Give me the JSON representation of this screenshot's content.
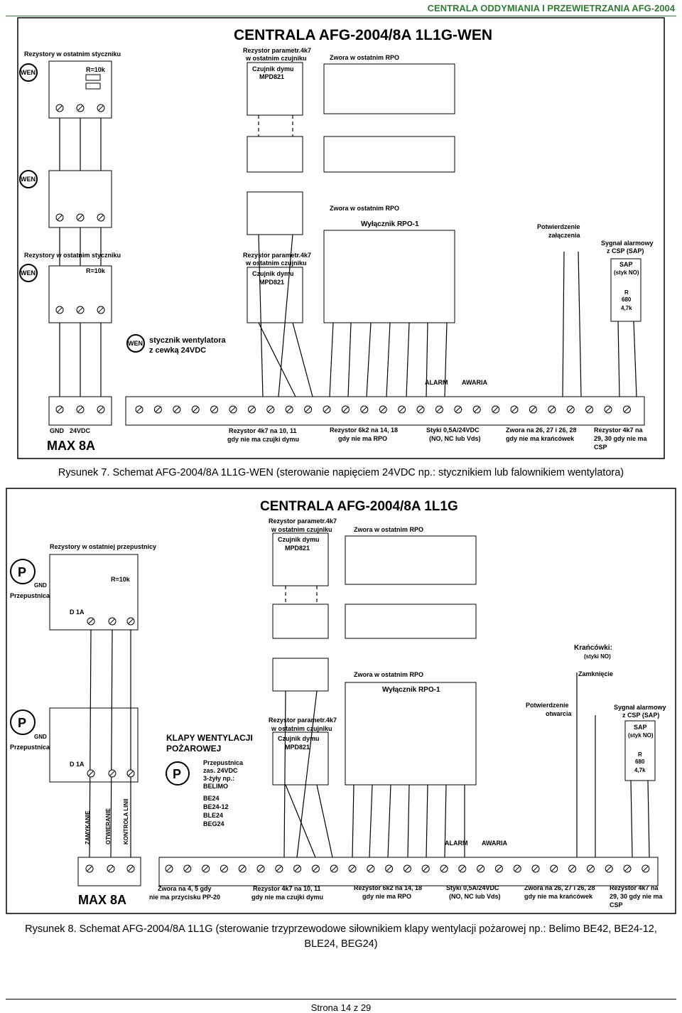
{
  "header": {
    "title": "CENTRALA ODDYMIANIA I PRZEWIETRZANIA AFG-2004"
  },
  "diagram1": {
    "title": "CENTRALA AFG-2004/8A 1L1G-WEN",
    "label_rezystory_top": "Rezystory w ostatnim styczniku",
    "label_rezystory_mid": "Rezystory w ostatnim styczniku",
    "label_r10k": "R=10k",
    "label_r10k_b": "R=10k",
    "label_wen": "WEN",
    "label_rezystor_param_1": "Rezystor parametr.4k7",
    "label_w_ostatnim_czujniku_1": "w ostatnim czujniku",
    "label_czujnik_dymu_1": "Czujnik dymu",
    "label_mpd821_1": "MPD821",
    "label_rezystor_param_2": "Rezystor parametr.4k7",
    "label_w_ostatnim_czujniku_2": "w ostatnim czujniku",
    "label_czujnik_dymu_2": "Czujnik dymu",
    "label_mpd821_2": "MPD821",
    "label_zwora_1": "Zwora  w ostatnim RPO",
    "label_zwora_2": "Zwora  w ostatnim RPO",
    "label_wylacznik": "Wyłącznik RPO-1",
    "label_potwierdzenie": "Potwierdzenie",
    "label_zalaczenia": "załączenia",
    "label_sygnal": "Sygnał alarmowy",
    "label_z_csp": "z CSP (SAP)",
    "label_sap": "SAP",
    "label_styk_no": "(styk NO)",
    "label_r": "R",
    "label_680": "680",
    "label_47k": "4,7k",
    "label_stycznik": "stycznik wentylatora",
    "label_z_cewka": "z cewką 24VDC",
    "label_alarm": "ALARM",
    "label_awaria": "AWARIA",
    "label_gnd": "GND",
    "label_24vdc": "24VDC",
    "label_max8a": "MAX 8A",
    "label_rez4k7": "Rezystor 4k7 na 10, 11",
    "label_gdy_czujki": "gdy nie ma czujki dymu",
    "label_rez6k2": "Rezystor 6k2 na 14, 18",
    "label_gdy_rpo": "gdy nie ma RPO",
    "label_styki": "Styki 0,5A/24VDC",
    "label_no_nc": "(NO, NC lub Vds)",
    "label_zwora_26": "Zwora na 26, 27 i 26, 28",
    "label_gdy_krancowek": "gdy  nie ma   krańcówek",
    "label_rez_29": "Rezystor 4k7 na",
    "label_29_30": "29, 30 gdy nie ma",
    "label_csp": "CSP"
  },
  "caption1": "Rysunek 7. Schemat AFG-2004/8A 1L1G-WEN (sterowanie napięciem 24VDC np.: stycznikiem lub falownikiem wentylatora)",
  "diagram2": {
    "title": "CENTRALA AFG-2004/8A 1L1G",
    "label_rezystory": "Rezystory w ostatniej przepustnicy",
    "label_r10k": "R=10k",
    "label_p": "P",
    "label_gnd": "GND",
    "label_przepustnica": "Przepustnica",
    "label_d1a": "D 1A",
    "label_rezystor_param_1": "Rezystor parametr.4k7",
    "label_w_ostatnim_czujniku_1": "w ostatnim czujniku",
    "label_czujnik_dymu_1": "Czujnik dymu",
    "label_mpd821_1": "MPD821",
    "label_rezystor_param_2": "Rezystor parametr.4k7",
    "label_w_ostatnim_czujniku_2": "w ostatnim czujniku",
    "label_czujnik_dymu_2": "Czujnik dymu",
    "label_mpd821_2": "MPD821",
    "label_zwora_1": "Zwora  w ostatnim RPO",
    "label_zwora_2": "Zwora  w ostatnim RPO",
    "label_wylacznik": "Wyłącznik RPO-1",
    "label_krancowki": "Krańcówki:",
    "label_styki_no": "(styki NO)",
    "label_zamkniecie": "Zamknięcie",
    "label_potwierdzenie": "Potwierdzenie",
    "label_otwarcia": "otwarcia",
    "label_sygnal": "Sygnał alarmowy",
    "label_z_csp": "z CSP (SAP)",
    "label_sap": "SAP",
    "label_styk_no": "(styk NO)",
    "label_r": "R",
    "label_680": "680",
    "label_47k": "4,7k",
    "label_klapy": "KLAPY WENTYLACJI",
    "label_pozarowej": "POŻAROWEJ",
    "label_przep_zas": "Przepustnica",
    "label_zas": "zas. 24VDC",
    "label_3zyly": "3-żyły np.:",
    "label_belimo": "BELIMO",
    "label_be24": "BE24",
    "label_be2412": "BE24-12",
    "label_ble24": "BLE24",
    "label_beg24": "BEG24",
    "label_zamykanie": "ZAMYKANIE",
    "label_otwieranie": "OTWIERANIE",
    "label_kontrola": "KONTROLA LINII",
    "label_alarm": "ALARM",
    "label_awaria": "AWARIA",
    "label_max8a": "MAX 8A",
    "label_zwora_45": "Zwora na 4, 5 gdy",
    "label_przycisku": "nie ma przycisku PP-20",
    "label_rez4k7": "Rezystor 4k7 na 10, 11",
    "label_gdy_czujki": "gdy nie ma czujki dymu",
    "label_rez6k2": "Rezystor 6k2 na 14, 18",
    "label_gdy_rpo": "gdy nie ma RPO",
    "label_styki": "Styki 0,5A/24VDC",
    "label_no_nc": "(NO, NC lub Vds)",
    "label_zwora_26": "Zwora na 26, 27 i 26, 28",
    "label_gdy_krancowek": "gdy  nie ma   krańcówek",
    "label_rez_29": "Rezystor 4k7 na",
    "label_29_30": "29, 30 gdy nie ma",
    "label_csp": "CSP"
  },
  "caption2_line1": "Rysunek 8. Schemat AFG-2004/8A 1L1G (sterowanie trzyprzewodowe siłownikiem klapy wentylacji pożarowej np.: Belimo BE42, BE24-12,",
  "caption2_line2": "BLE24, BEG24)",
  "footer": {
    "page": "Strona 14 z 29"
  }
}
